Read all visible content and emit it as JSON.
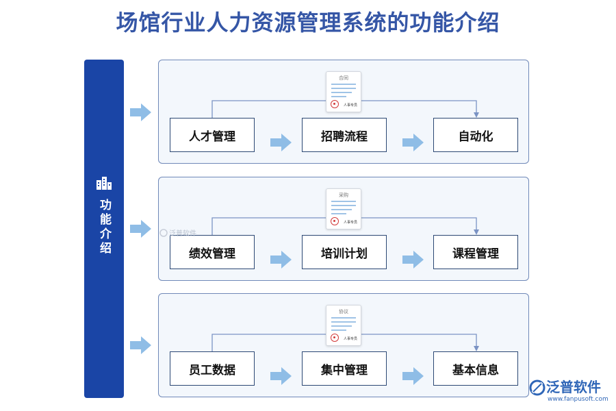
{
  "title": "场馆行业人力资源管理系统的功能介绍",
  "sidebar": {
    "label": "功能介绍",
    "icon": "building-icon"
  },
  "groups": [
    {
      "doc_title": "合同",
      "doc_signature": "人事专员",
      "nodes": [
        "人才管理",
        "招聘流程",
        "自动化"
      ]
    },
    {
      "doc_title": "采购",
      "doc_signature": "人事专员",
      "nodes": [
        "绩效管理",
        "培训计划",
        "课程管理"
      ]
    },
    {
      "doc_title": "协议",
      "doc_signature": "人事专员",
      "nodes": [
        "员工数据",
        "集中管理",
        "基本信息"
      ]
    }
  ],
  "watermark": "泛普软件",
  "logo": {
    "name": "泛普软件",
    "url": "www.fanpusoft.com"
  },
  "colors": {
    "title": "#3556a6",
    "sidebar": "#1a45a6",
    "arrow": "#8fbde6",
    "connector": "#7b93c4",
    "logo": "#2f66b7"
  }
}
